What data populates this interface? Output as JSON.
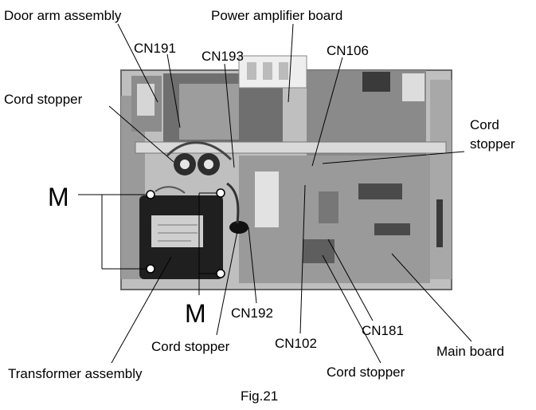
{
  "labels": {
    "door_arm_assembly": "Door arm assembly",
    "power_amplifier_board": "Power amplifier board",
    "cn191": "CN191",
    "cn193": "CN193",
    "cn106": "CN106",
    "cord_stopper_top_left": "Cord stopper",
    "cord_stopper_right_line1": "Cord",
    "cord_stopper_right_line2": "stopper",
    "m_left": "M",
    "m_bottom": "M",
    "cn192": "CN192",
    "cn102": "CN102",
    "cn181": "CN181",
    "main_board": "Main board",
    "cord_stopper_bottom_center": "Cord stopper",
    "cord_stopper_bottom_right": "Cord stopper",
    "transformer_assembly": "Transformer assembly",
    "figure_caption": "Fig.21"
  }
}
